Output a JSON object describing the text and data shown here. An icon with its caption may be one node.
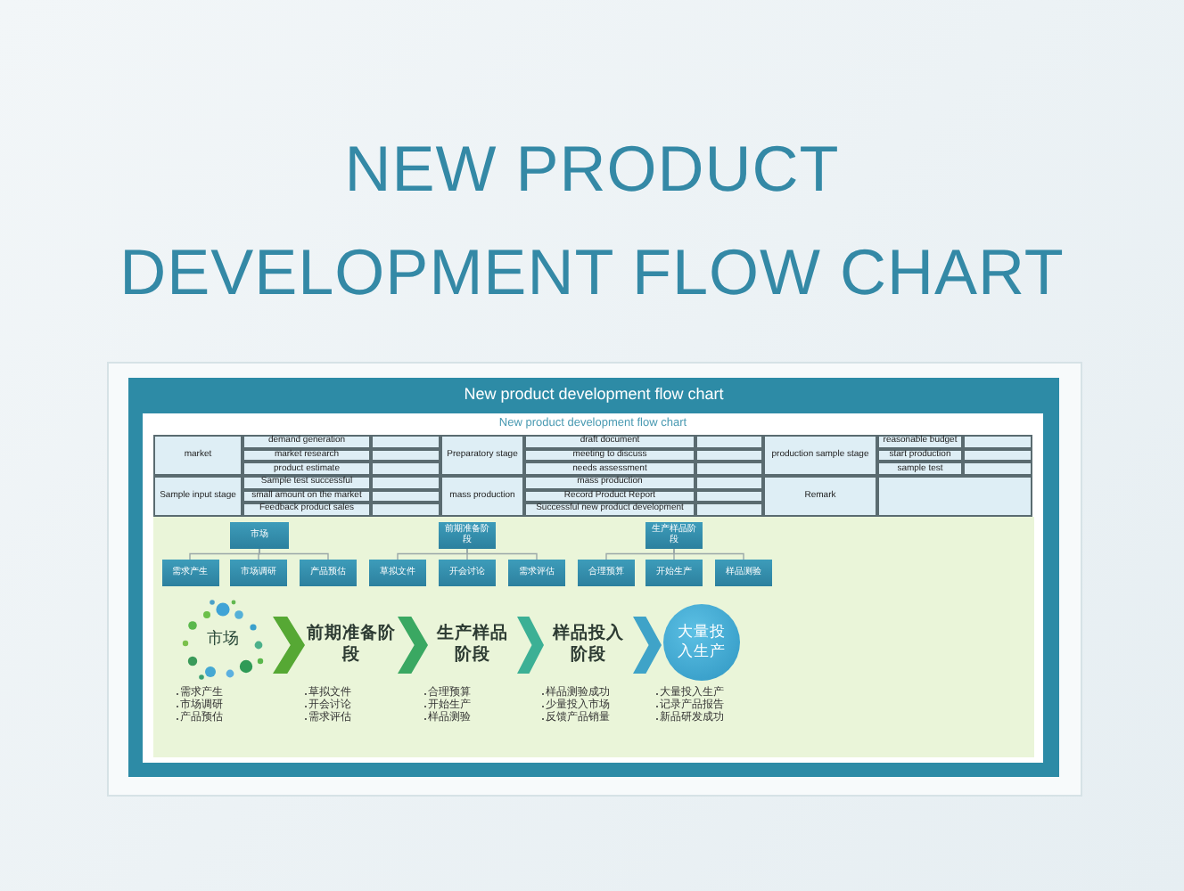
{
  "diagram": {
    "title": "NEW PRODUCT DEVELOPMENT FLOW CHART",
    "nodes": [
      {
        "text": [
          "市场"
        ]
      },
      {
        "text": [
          "前期准备阶段"
        ]
      },
      {
        "text": [
          "生产样品阶段"
        ]
      },
      {
        "text": [
          "需求产生"
        ]
      },
      {
        "text": [
          "市场调研"
        ]
      },
      {
        "text": [
          "产品预估"
        ]
      },
      {
        "text": [
          "草拟文件"
        ]
      },
      {
        "text": [
          "开会讨论"
        ]
      },
      {
        "text": [
          "需求评估"
        ]
      },
      {
        "text": [
          "合理预算"
        ]
      },
      {
        "text": [
          "开始生产"
        ]
      },
      {
        "text": [
          "样品测验"
        ]
      },
      {
        "text": [
          "市场"
        ],
        "beside": [
          "需求产生",
          "市场调研",
          "产品预估"
        ]
      },
      {
        "text": [
          "前期准备阶段"
        ],
        "beside": [
          "草拟文件",
          "开会讨论",
          "需求评估"
        ]
      },
      {
        "text": [
          "生产样品阶段"
        ],
        "beside": [
          "合理预算",
          "开始生产",
          "样品测验"
        ]
      },
      {
        "text": [
          "样品投入阶段"
        ],
        "beside": [
          "样品测验成功",
          "少量投入市场",
          "反馈产品销量"
        ]
      },
      {
        "text": [
          "大量投入生产"
        ],
        "beside": [
          "大量投入生产",
          "记录产品报告",
          "新品研发成功"
        ]
      }
    ],
    "edges": [
      {
        "from": 0,
        "to": 3,
        "arrow": "none"
      },
      {
        "from": 0,
        "to": 4,
        "arrow": "none"
      },
      {
        "from": 0,
        "to": 5,
        "arrow": "none"
      },
      {
        "from": 1,
        "to": 6,
        "arrow": "none"
      },
      {
        "from": 1,
        "to": 7,
        "arrow": "none"
      },
      {
        "from": 1,
        "to": 8,
        "arrow": "none"
      },
      {
        "from": 2,
        "to": 9,
        "arrow": "none"
      },
      {
        "from": 2,
        "to": 10,
        "arrow": "none"
      },
      {
        "from": 2,
        "to": 11,
        "arrow": "none"
      },
      {
        "from": 12,
        "to": 13,
        "arrow": "to",
        "color": "#56a834"
      },
      {
        "from": 13,
        "to": 14,
        "arrow": "to",
        "color": "#3aa862"
      },
      {
        "from": 14,
        "to": 15,
        "arrow": "to",
        "color": "#3cb095"
      },
      {
        "from": 15,
        "to": 16,
        "arrow": "to",
        "color": "#3fa3c8"
      }
    ],
    "labels": [
      "New product development flow chart",
      "New product development flow chart",
      "demand generation",
      "draft document",
      "reasonable budget",
      "market",
      "market research",
      "Preparatory stage",
      "meeting to discuss",
      "production sample stage",
      "start production",
      "product estimate",
      "needs assessment",
      "sample test",
      "Sample test successful",
      "mass production",
      "Sample input stage",
      "small amount on the market",
      "mass production",
      "Record Product Report",
      "Remark",
      "Feedback product sales",
      "Successful new product development"
    ]
  }
}
